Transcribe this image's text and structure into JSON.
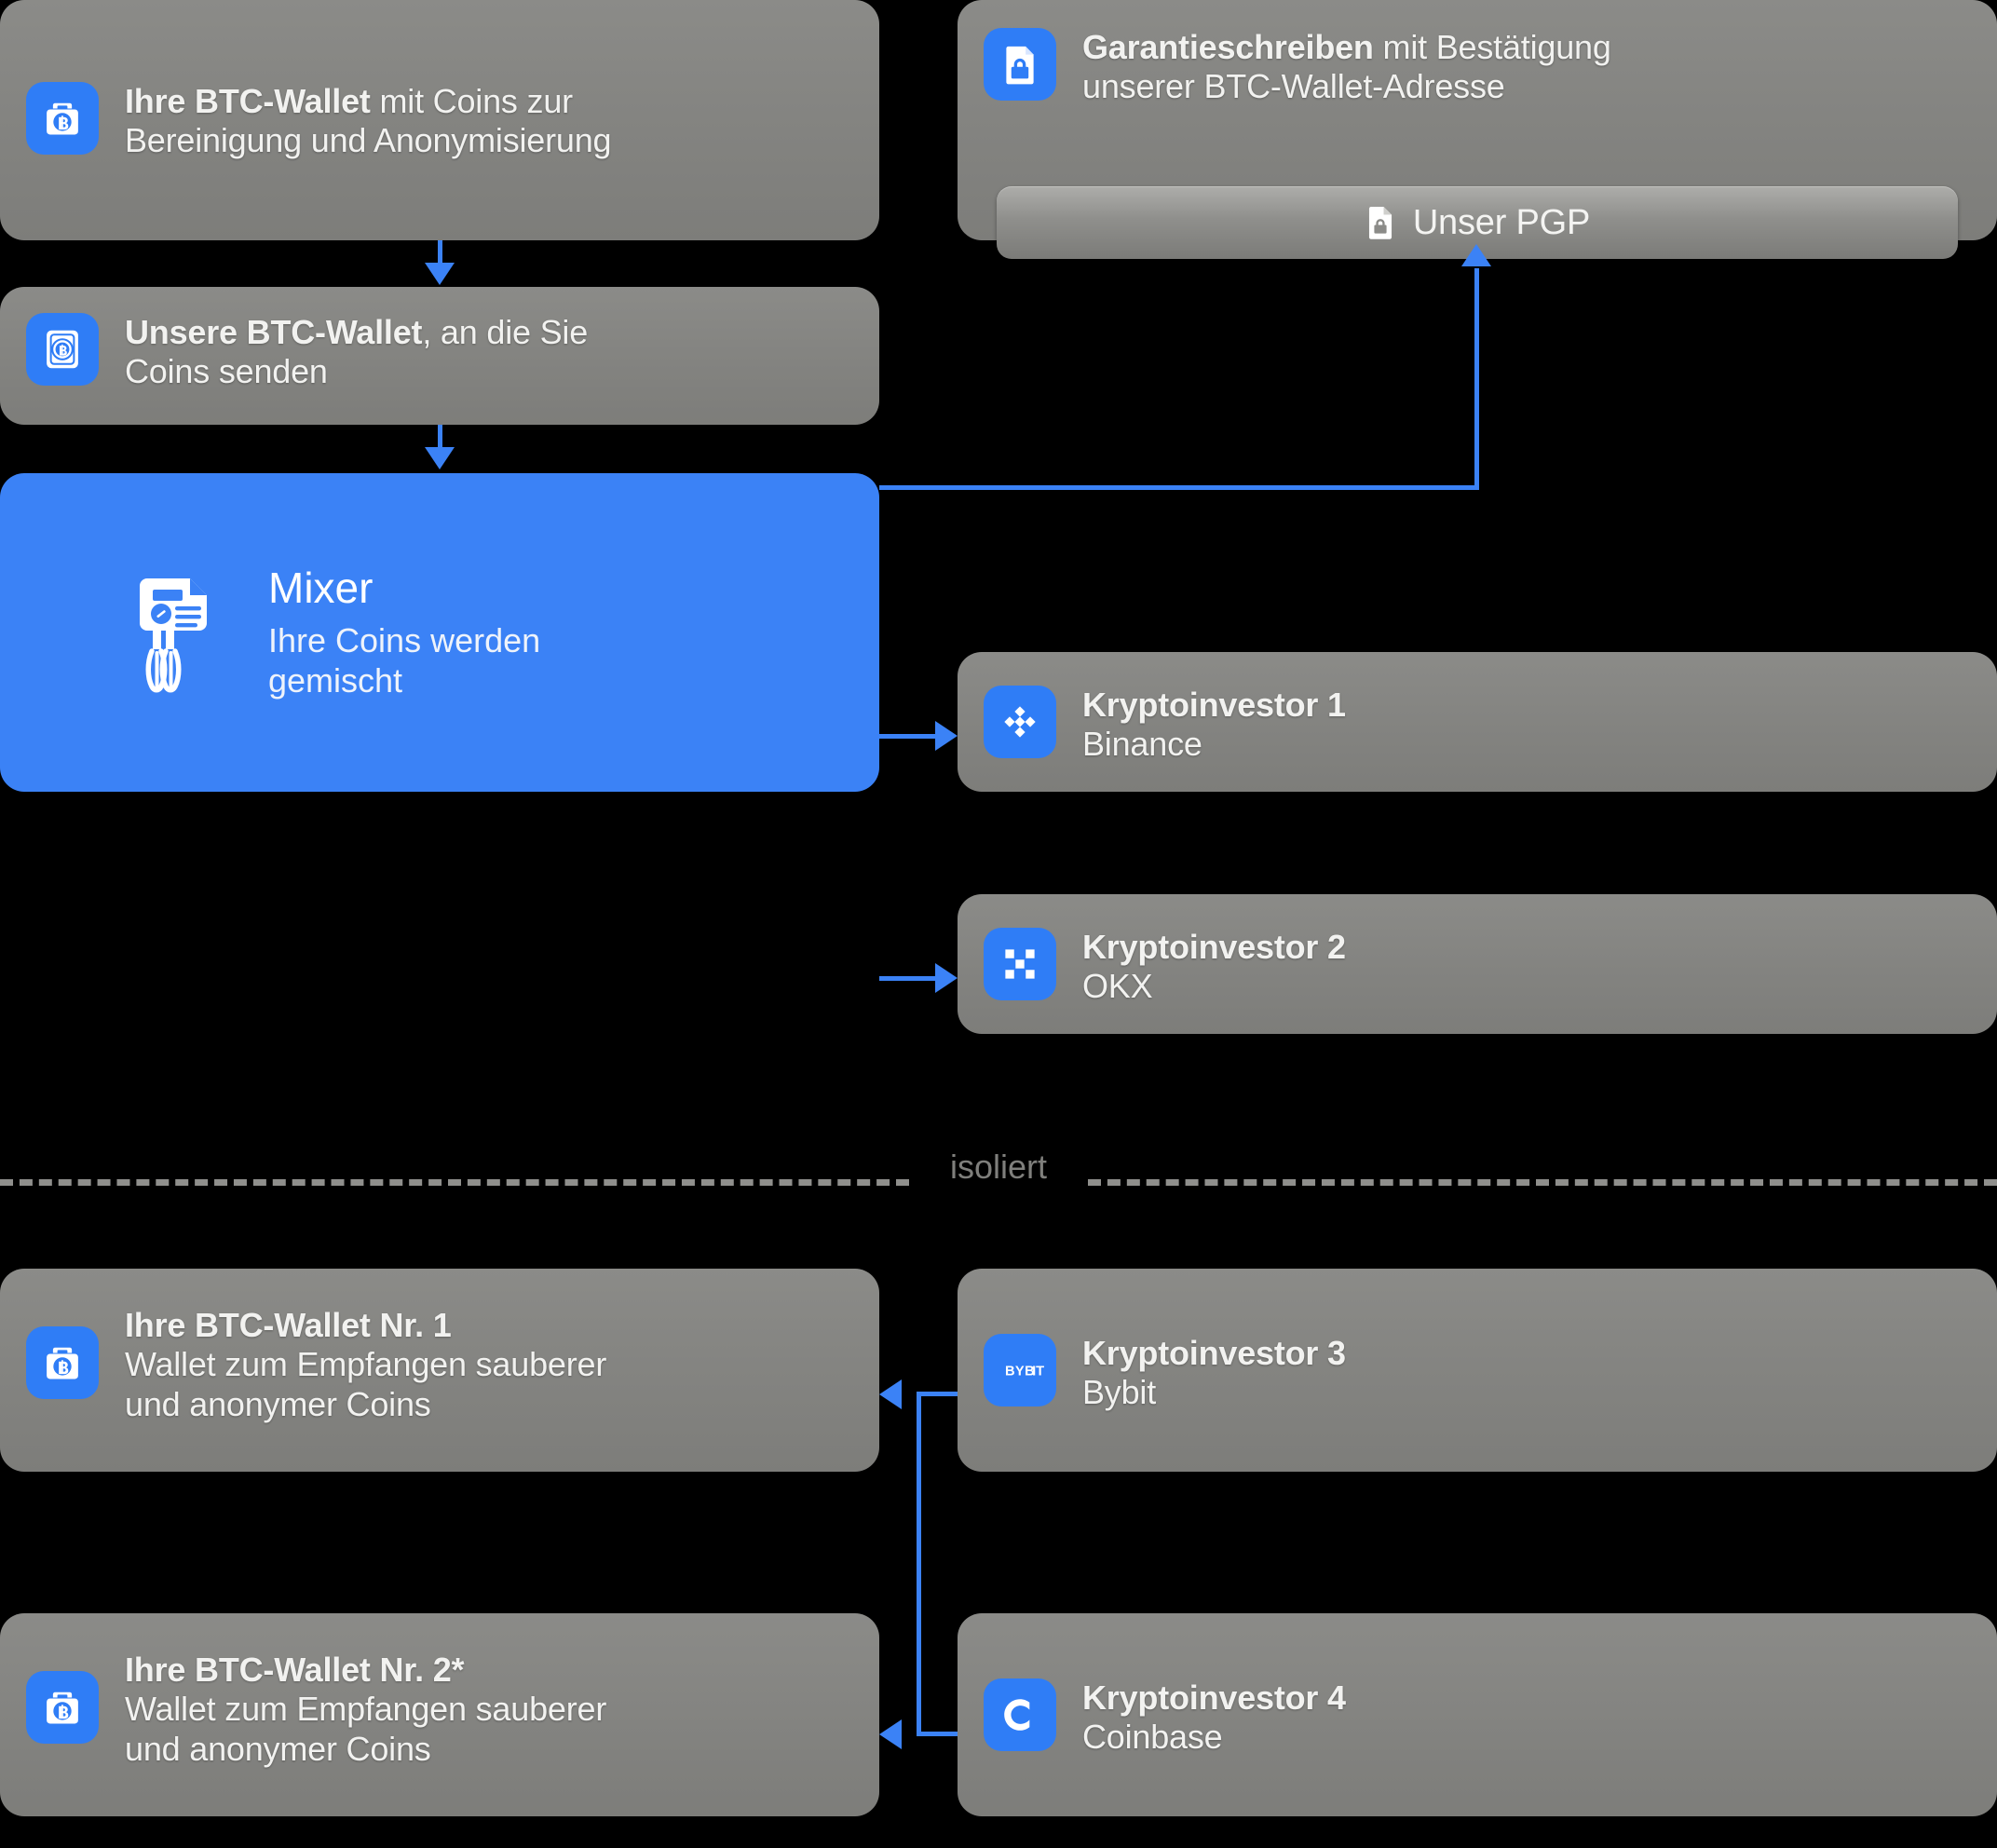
{
  "diagram": {
    "divider_label": "isoliert",
    "accent_color": "#3b82f6",
    "card_color": "#878784",
    "icon_badge_color": "#2f7df6"
  },
  "cards": {
    "your_wallet_source": {
      "icon": "btc-wallet-bag-icon",
      "title": "Ihre BTC-Wallet",
      "rest": " mit Coins zur",
      "line2": "Bereinigung und Anonymisierung"
    },
    "guarantee_letter": {
      "icon": "document-lock-icon",
      "title": "Garantieschreiben",
      "rest": " mit Bestätigung",
      "line2": "unserer BTC-Wallet-Adresse",
      "button": {
        "icon": "document-lock-icon",
        "label": "Unser PGP"
      }
    },
    "our_wallet": {
      "icon": "btc-safe-icon",
      "title": "Unsere BTC-Wallet",
      "rest": ", an die Sie",
      "line2": "Coins senden"
    },
    "mixer": {
      "icon": "hand-mixer-icon",
      "title": "Mixer",
      "subtitle": "Ihre Coins werden gemischt"
    },
    "investor_1": {
      "icon": "binance-icon",
      "title": "Kryptoinvestor 1",
      "subtitle": "Binance"
    },
    "investor_2": {
      "icon": "okx-icon",
      "title": "Kryptoinvestor 2",
      "subtitle": "OKX"
    },
    "investor_3": {
      "icon": "bybit-icon",
      "title": "Kryptoinvestor 3",
      "subtitle": "Bybit"
    },
    "investor_4": {
      "icon": "coinbase-icon",
      "title": "Kryptoinvestor 4",
      "subtitle": "Coinbase"
    },
    "your_wallet_1": {
      "icon": "btc-wallet-bag-icon",
      "title": "Ihre BTC-Wallet Nr. 1",
      "line2": "Wallet zum Empfangen sauberer",
      "line3": "und anonymer Coins"
    },
    "your_wallet_2": {
      "icon": "btc-wallet-bag-icon",
      "title": "Ihre BTC-Wallet Nr. 2*",
      "line2": "Wallet zum Empfangen sauberer",
      "line3": "und anonymer Coins"
    }
  }
}
